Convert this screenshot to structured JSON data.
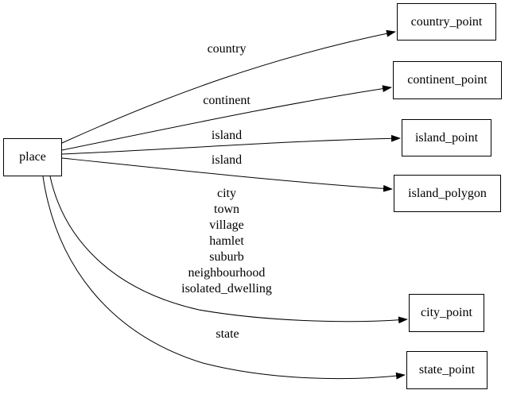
{
  "diagram": {
    "background_color": "#ffffff",
    "edge_color": "#000000",
    "node_border_color": "#000000",
    "text_color": "#000000",
    "nodes": [
      {
        "id": "place",
        "label": "place"
      },
      {
        "id": "country_point",
        "label": "country_point"
      },
      {
        "id": "continent_point",
        "label": "continent_point"
      },
      {
        "id": "island_point",
        "label": "island_point"
      },
      {
        "id": "island_polygon",
        "label": "island_polygon"
      },
      {
        "id": "city_point",
        "label": "city_point"
      },
      {
        "id": "state_point",
        "label": "state_point"
      }
    ],
    "edges": [
      {
        "from": "place",
        "to": "country_point",
        "label": "country"
      },
      {
        "from": "place",
        "to": "continent_point",
        "label": "continent"
      },
      {
        "from": "place",
        "to": "island_point",
        "label": "island"
      },
      {
        "from": "place",
        "to": "island_polygon",
        "label": "island"
      },
      {
        "from": "place",
        "to": "city_point",
        "label_lines": [
          "city",
          "town",
          "village",
          "hamlet",
          "suburb",
          "neighbourhood",
          "isolated_dwelling"
        ]
      },
      {
        "from": "place",
        "to": "state_point",
        "label": "state"
      }
    ]
  }
}
